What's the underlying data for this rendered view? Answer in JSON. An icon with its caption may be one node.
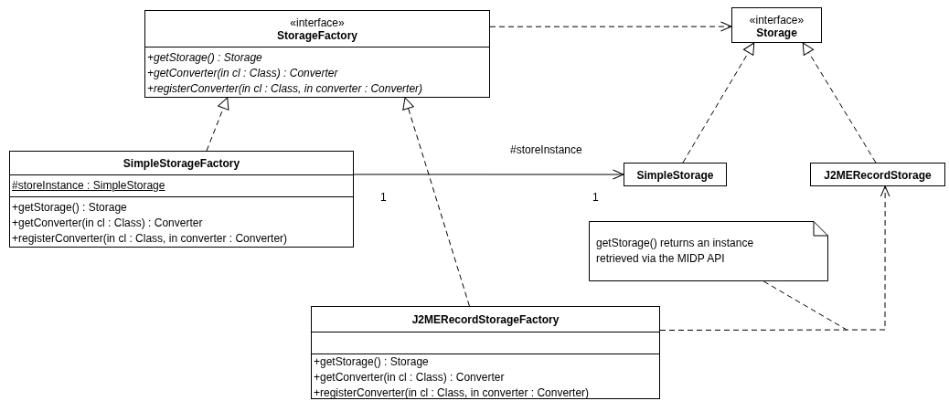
{
  "diagram": {
    "nodes": [
      {
        "text": [
          "«interface»",
          "StorageFactory",
          "+getStorage() : Storage",
          "+getConverter(in cl : Class) : Converter",
          "+registerConverter(in cl : Class, in converter : Converter)"
        ]
      },
      {
        "text": [
          "«interface»",
          "Storage"
        ]
      },
      {
        "text": [
          "SimpleStorageFactory",
          "#storeInstance : SimpleStorage",
          "+getStorage() : Storage",
          "+getConverter(in cl : Class) : Converter",
          "+registerConverter(in cl : Class, in converter : Converter)"
        ]
      },
      {
        "text": [
          "SimpleStorage"
        ]
      },
      {
        "text": [
          "J2MERecordStorage"
        ]
      },
      {
        "text": [
          "getStorage() returns an instance retrieved via the MIDP API"
        ]
      },
      {
        "text": [
          "J2MERecordStorageFactory",
          "+getStorage() : Storage",
          "+getConverter(in cl : Class) : Converter",
          "+registerConverter(in cl : Class, in converter : Converter)"
        ]
      }
    ],
    "edges": [
      {
        "from": 0,
        "to": 1,
        "arrow": "to",
        "style": "dashed"
      },
      {
        "from": 2,
        "to": 0,
        "arrow": "to",
        "style": "dashed"
      },
      {
        "from": 6,
        "to": 0,
        "arrow": "to",
        "style": "dashed"
      },
      {
        "from": 3,
        "to": 1,
        "arrow": "to",
        "style": "dashed"
      },
      {
        "from": 4,
        "to": 1,
        "arrow": "to",
        "style": "dashed"
      },
      {
        "from": 2,
        "to": 3,
        "arrow": "to",
        "label": "#storeInstance"
      },
      {
        "from": 6,
        "to": 4,
        "arrow": "to",
        "style": "dashed"
      },
      {
        "from": 5,
        "to": null,
        "arrow": "none",
        "style": "dashed"
      }
    ],
    "labels": [
      "1",
      "1"
    ]
  }
}
